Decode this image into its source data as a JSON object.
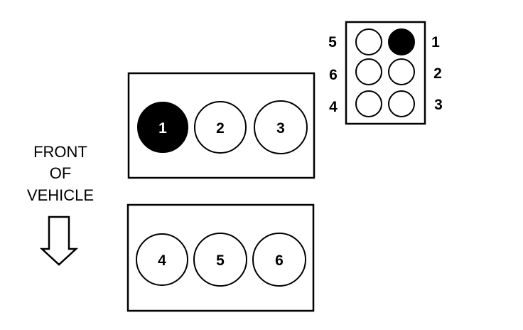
{
  "front_label": {
    "line1": "FRONT",
    "line2": "OF",
    "line3": "VEHICLE"
  },
  "front_bank": {
    "cylinders": [
      {
        "label": "1",
        "filled": true
      },
      {
        "label": "2",
        "filled": false
      },
      {
        "label": "3",
        "filled": false
      }
    ]
  },
  "rear_bank": {
    "cylinders": [
      {
        "label": "4",
        "filled": false
      },
      {
        "label": "5",
        "filled": false
      },
      {
        "label": "6",
        "filled": false
      }
    ]
  },
  "coil_pack": {
    "left_labels": [
      "5",
      "6",
      "4"
    ],
    "right_labels": [
      "1",
      "2",
      "3"
    ],
    "left_filled": [
      false,
      false,
      false
    ],
    "right_filled": [
      true,
      false,
      false
    ]
  },
  "colors": {
    "line": "#000000",
    "fill": "#000000",
    "background": "#ffffff"
  }
}
